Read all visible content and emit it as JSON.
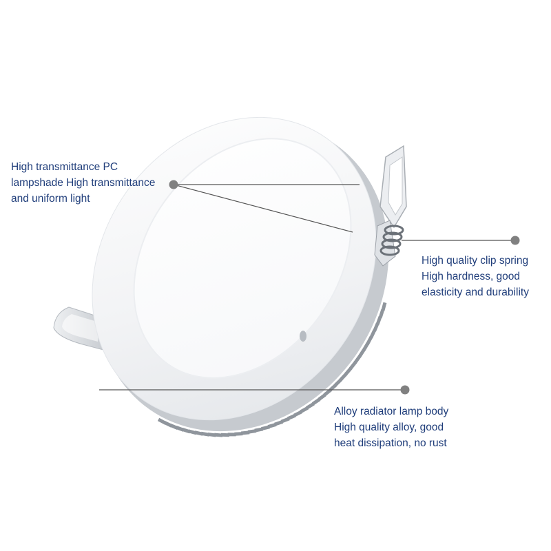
{
  "callouts": {
    "lampshade": {
      "lines": [
        "High transmittance PC",
        "lampshade High transmittance",
        "and uniform light"
      ]
    },
    "clip_spring": {
      "lines": [
        "High quality clip spring",
        "High hardness, good",
        "elasticity and durability"
      ]
    },
    "lamp_body": {
      "lines": [
        "Alloy radiator lamp body",
        "High quality alloy, good",
        "heat dissipation, no rust"
      ]
    }
  },
  "colors": {
    "text": "#1f3d7a",
    "marker": "#808080",
    "leader_line": "#555555",
    "ring_face": "#f4f5f7",
    "ring_shadow": "#dcdfe4",
    "fins": "#9ea3aa",
    "background": "#ffffff"
  }
}
